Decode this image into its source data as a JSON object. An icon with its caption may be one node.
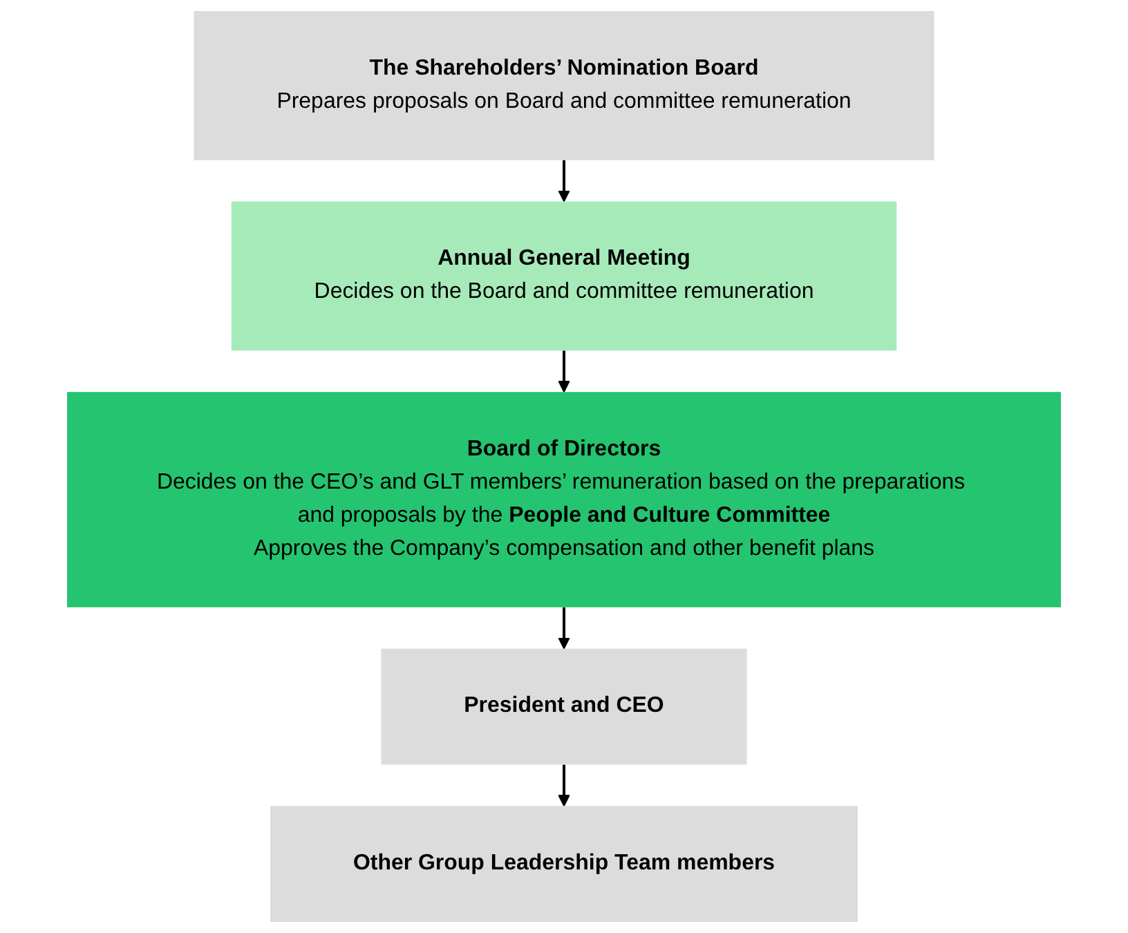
{
  "diagram": {
    "nodes": [
      {
        "text": [
          "The Shareholders’ Nomination Board",
          "Prepares proposals on Board and committee remuneration"
        ]
      },
      {
        "text": [
          "Annual General Meeting",
          "Decides on the Board and committee remuneration"
        ]
      },
      {
        "text": [
          "Board of Directors",
          "Decides on the CEO’s and GLT members’ remuneration based on the preparations and proposals by the **People and Culture Committee**",
          "Approves the Company’s compensation and other benefit plans"
        ]
      },
      {
        "text": [
          "President and CEO"
        ]
      },
      {
        "text": [
          "Other Group Leadership Team members"
        ]
      }
    ],
    "edges": [
      {
        "from": 0,
        "to": 1,
        "arrow": "to"
      },
      {
        "from": 1,
        "to": 2,
        "arrow": "to"
      },
      {
        "from": 2,
        "to": 3,
        "arrow": "to"
      },
      {
        "from": 3,
        "to": 4,
        "arrow": "to"
      }
    ]
  }
}
